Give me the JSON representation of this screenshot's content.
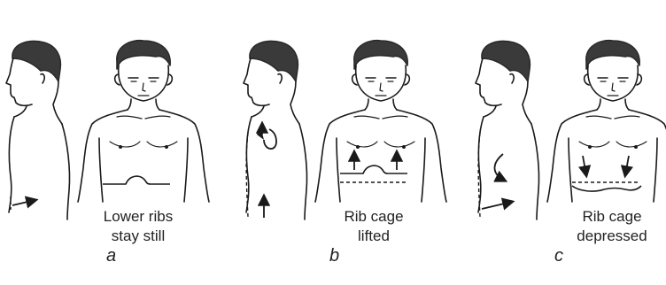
{
  "panels": [
    {
      "letter": "a",
      "caption_line1": "Lower ribs",
      "caption_line2": "stay still"
    },
    {
      "letter": "b",
      "caption_line1": "Rib cage",
      "caption_line2": "lifted"
    },
    {
      "letter": "c",
      "caption_line1": "Rib cage",
      "caption_line2": "depressed"
    }
  ],
  "colors": {
    "ink": "#1a1a1a",
    "hair": "#3a3a3a",
    "background": "#ffffff"
  }
}
